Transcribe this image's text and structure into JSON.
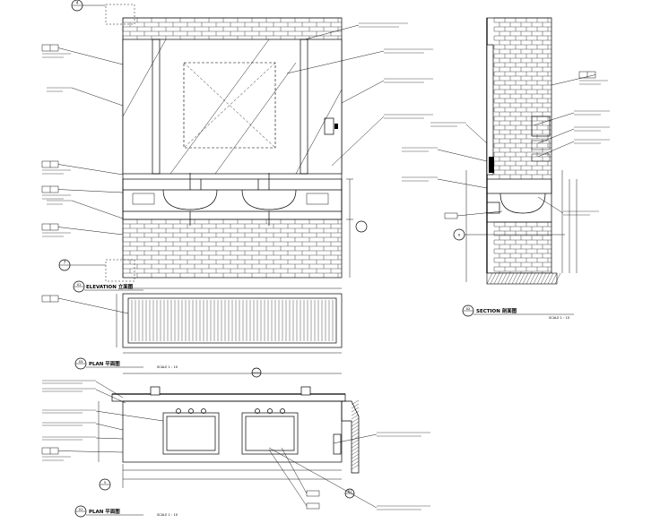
{
  "drawing": {
    "callouts": {
      "top": "4",
      "bottom_left": "7",
      "side_ref": "A",
      "plan_ref_right": "B1",
      "plan_ref_bottom": "5"
    },
    "views": [
      {
        "id": "elevation",
        "number": "01",
        "title": "ELEVATION 立面图"
      },
      {
        "id": "section",
        "number": "02",
        "title": "SECTION 剖面图",
        "scale": "SCALE 1 : 10"
      },
      {
        "id": "plan_top",
        "number": "03",
        "title": "PLAN 平面图",
        "scale": "SCALE 1 : 10"
      },
      {
        "id": "plan_bottom",
        "number": "01",
        "title": "PLAN 平面图",
        "scale": "SCALE 1 : 10"
      }
    ]
  }
}
